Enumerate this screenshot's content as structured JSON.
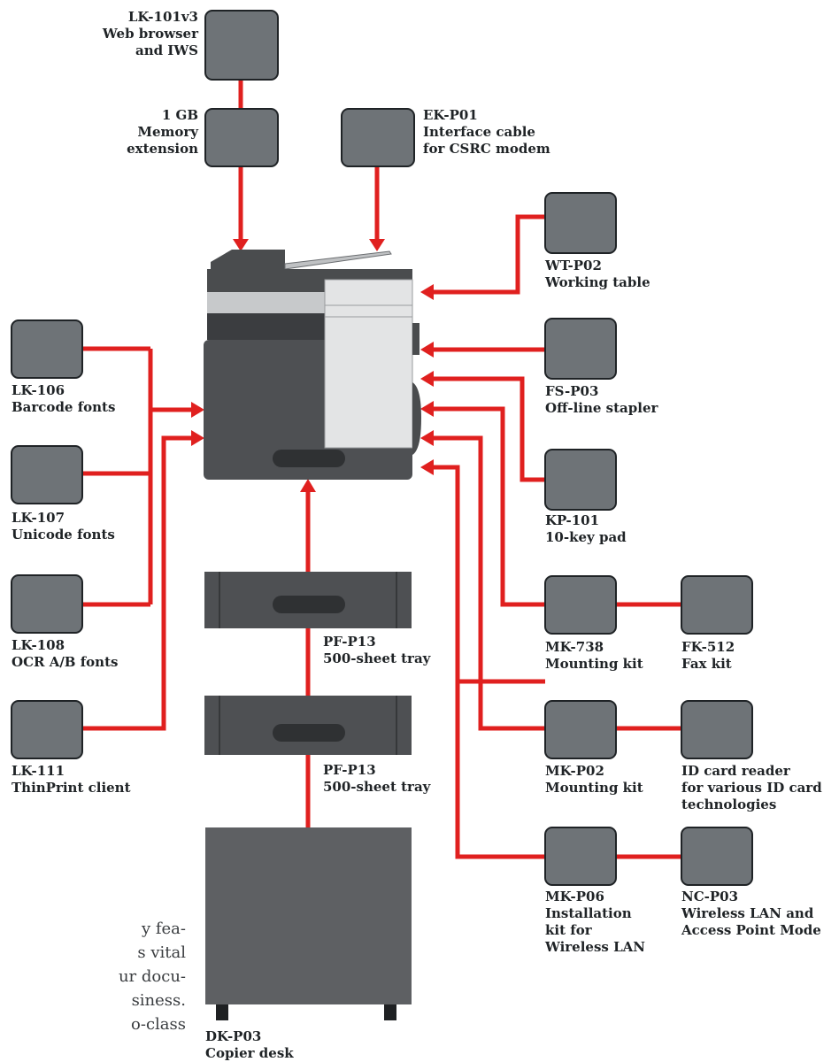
{
  "components": {
    "lk101v3": [
      "LK-101v3",
      "Web browser",
      "and IWS"
    ],
    "memory": [
      "1 GB",
      "Memory",
      "extension"
    ],
    "ekp01": [
      "EK-P01",
      "Interface cable",
      "for CSRC modem"
    ],
    "wtp02": [
      "WT-P02",
      "Working table"
    ],
    "fsp03": [
      "FS-P03",
      "Off-line stapler"
    ],
    "kp101": [
      "KP-101",
      "10-key pad"
    ],
    "lk106": [
      "LK-106",
      "Barcode fonts"
    ],
    "lk107": [
      "LK-107",
      "Unicode fonts"
    ],
    "lk108": [
      "LK-108",
      "OCR A/B fonts"
    ],
    "lk111": [
      "LK-111",
      "ThinPrint client"
    ],
    "mk738": [
      "MK-738",
      "Mounting kit"
    ],
    "fk512": [
      "FK-512",
      "Fax kit"
    ],
    "mkp02": [
      "MK-P02",
      "Mounting kit"
    ],
    "idcard": [
      "ID card reader",
      "for various ID card",
      "technologies"
    ],
    "mkp06": [
      "MK-P06",
      "Installation",
      "kit for",
      "Wireless LAN"
    ],
    "ncp03": [
      "NC-P03",
      "Wireless LAN and",
      "Access Point Mode"
    ],
    "pfp13a": [
      "PF-P13",
      "500-sheet tray"
    ],
    "pfp13b": [
      "PF-P13",
      "500-sheet tray"
    ],
    "dkp03": [
      "DK-P03",
      "Copier desk"
    ]
  },
  "body_text_fragment": [
    "y fea-",
    "s vital",
    "ur docu-",
    "siness.",
    "o-class"
  ],
  "colors": {
    "connector": "#e0201f",
    "box": "#6e7377",
    "device_dark": "#4a4c4e",
    "device_light": "#e3e4e5"
  }
}
